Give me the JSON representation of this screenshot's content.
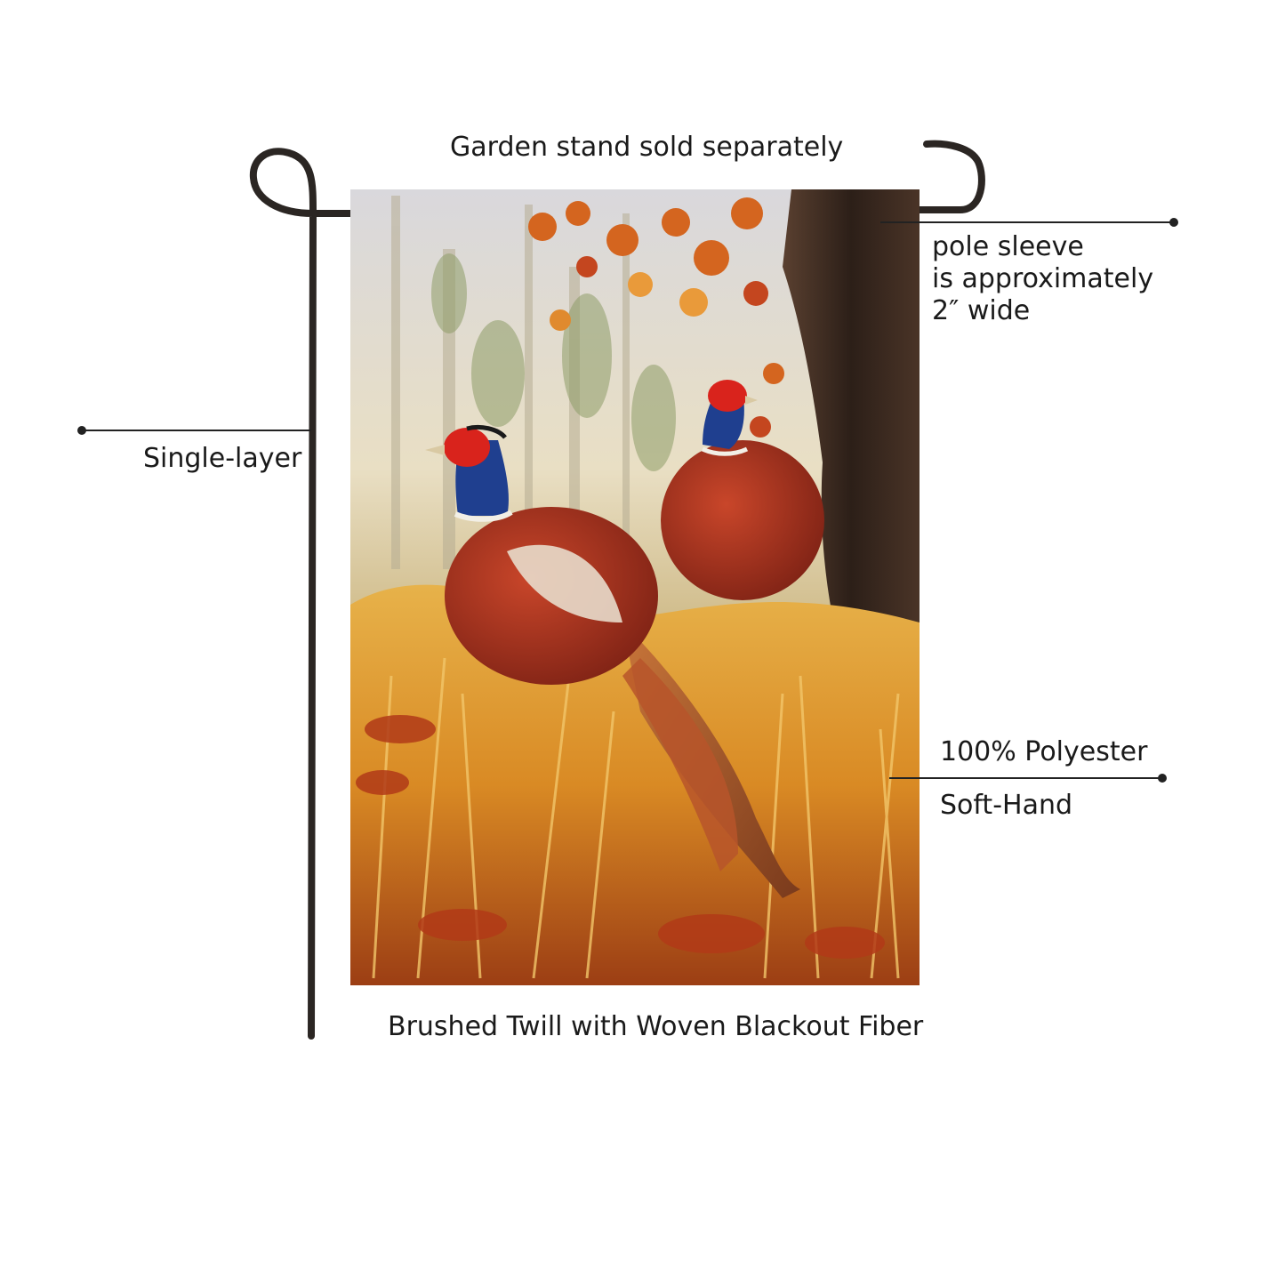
{
  "callouts": {
    "stand": "Garden stand sold separately",
    "sleeve_lines": [
      "pole sleeve",
      "is approximately",
      "2″ wide"
    ],
    "layer": "Single-layer",
    "material": "100% Polyester",
    "hand": "Soft-Hand",
    "fabric": "Brushed Twill with Woven Blackout Fiber"
  },
  "colors": {
    "stand": "#2b2623",
    "leader": "#222222",
    "sky": "#e7e2d3",
    "grass": "#d98a24",
    "leaves": "#c4461f",
    "trunk": "#3b2a20",
    "pheasant_body": "#a8321f",
    "pheasant_head": "#1f3f8f",
    "pheasant_wattle": "#d9231c"
  },
  "artwork": {
    "subject": "two pheasants in autumn grass",
    "icons": [
      "pheasant-icon",
      "tree-trunk-icon",
      "autumn-leaf-icon"
    ]
  }
}
